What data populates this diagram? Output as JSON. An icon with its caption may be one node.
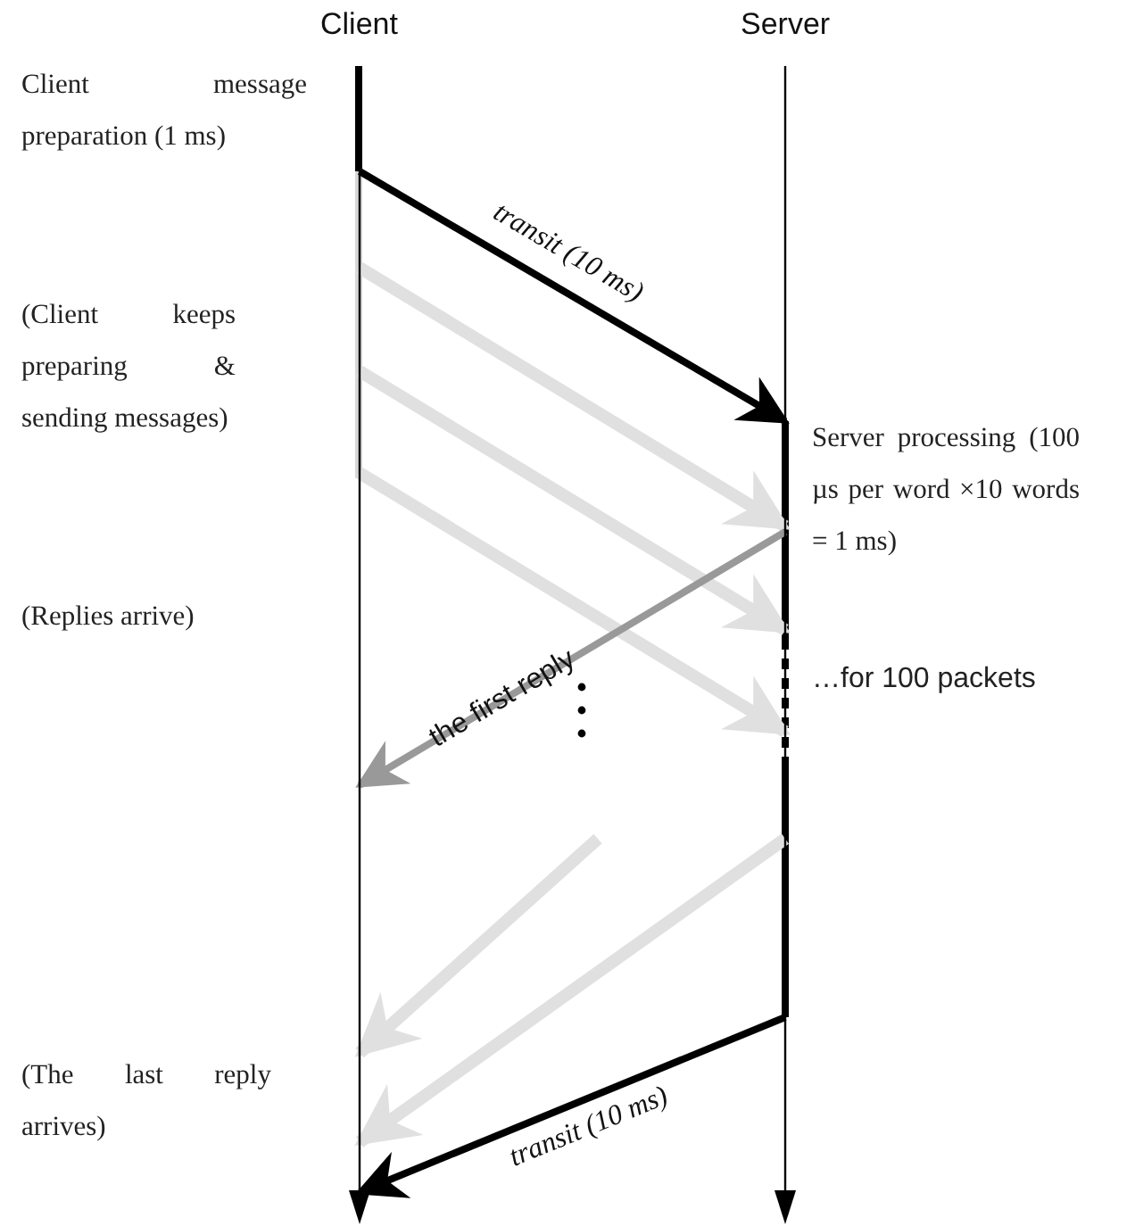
{
  "diagram": {
    "nodes": [
      {
        "text": [
          "Client"
        ]
      },
      {
        "text": [
          "Server"
        ]
      }
    ],
    "edges": [
      {
        "from": 0,
        "to": 1,
        "arrow": "to",
        "label": "transit (10 ms)",
        "color": "#000000"
      },
      {
        "from": 0,
        "to": 1,
        "arrow": "to"
      },
      {
        "from": 0,
        "to": 1,
        "arrow": "to"
      },
      {
        "from": 0,
        "to": 1,
        "arrow": "to"
      },
      {
        "from": 1,
        "to": 0,
        "arrow": "to",
        "label": "the first reply",
        "color": "#999999"
      },
      {
        "from": null,
        "to": 0,
        "arrow": "to"
      },
      {
        "from": 1,
        "to": 0,
        "arrow": "to"
      },
      {
        "from": 1,
        "to": 0,
        "arrow": "to",
        "label": "transit (10 ms)",
        "color": "#000000"
      }
    ],
    "labels": [
      "Client message preparation (1 ms)",
      "(Client keeps preparing & sending messages)",
      "Server processing (100 µs per word ×10 words = 1 ms)",
      "(Replies arrive)",
      "…for 100 packets",
      "(The last reply arrives)"
    ]
  }
}
